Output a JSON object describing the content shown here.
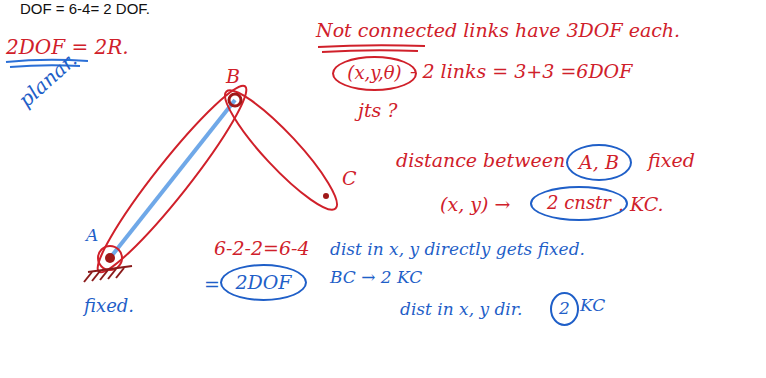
{
  "diagram": {
    "nodes": [
      {
        "text": [
          "(x,y,θ)"
        ]
      },
      {
        "text": [
          "A, B"
        ]
      },
      {
        "text": [
          "2 cnstr"
        ]
      },
      {
        "text": [
          "2DOF"
        ]
      },
      {
        "text": [
          "2"
        ]
      }
    ],
    "labels": [
      "DOF = 6-4= 2 DOF.",
      "2DOF = 2R.",
      "planar.",
      "Not connected links have 3DOF each.",
      "- 2 links = 3+3 =6DOF",
      "jts ?",
      "B",
      "C",
      "A",
      "fixed.",
      "distance between",
      "fixed",
      "(x, y) →",
      ". KC.",
      "6-2-2=6-4",
      "=",
      "dist in x, y directly gets fixed.",
      "BC → 2 KC",
      "dist in x, y dir.",
      "KC"
    ]
  }
}
